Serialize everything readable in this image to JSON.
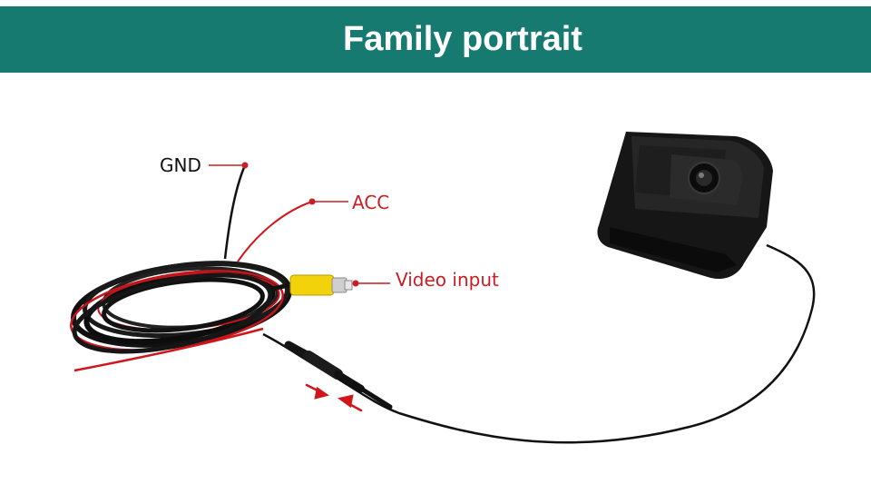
{
  "banner": {
    "title": "Family portrait",
    "background": "#167a70",
    "text_color": "#ffffff"
  },
  "labels": {
    "gnd": "GND",
    "acc": "ACC",
    "video_input": "Video input"
  },
  "colors": {
    "callout_red": "#cc1c24",
    "cable_black": "#111111",
    "rca_yellow": "#f2d20a"
  },
  "icons": {
    "connector_arrows": "red-arrow-pair"
  }
}
